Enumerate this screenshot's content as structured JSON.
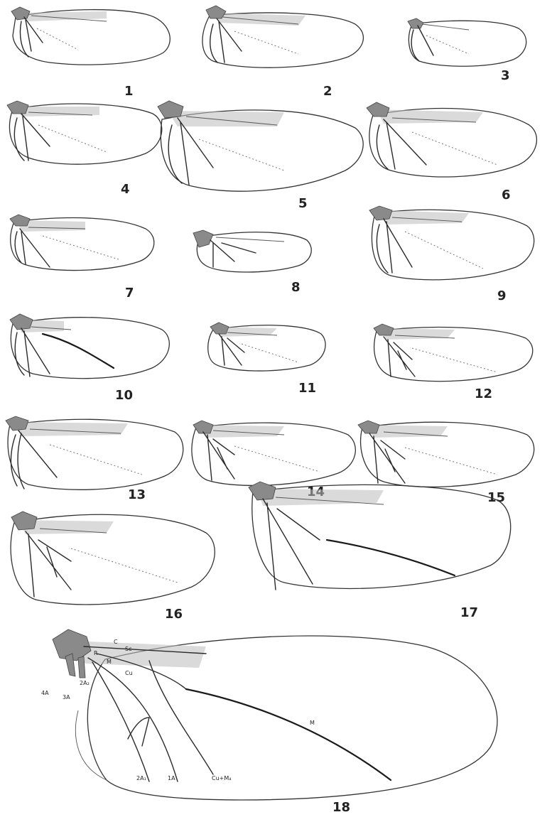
{
  "figures": [
    {
      "label": "1"
    },
    {
      "label": "2"
    },
    {
      "label": "3"
    },
    {
      "label": "4"
    },
    {
      "label": "5"
    },
    {
      "label": "6"
    },
    {
      "label": "7"
    },
    {
      "label": "8"
    },
    {
      "label": "9"
    },
    {
      "label": "10"
    },
    {
      "label": "11"
    },
    {
      "label": "12"
    },
    {
      "label": "13"
    },
    {
      "label": "14"
    },
    {
      "label": "15"
    },
    {
      "label": "16"
    },
    {
      "label": "17"
    },
    {
      "label": "18"
    }
  ],
  "vein_labels": {
    "c": "C",
    "sc": "Sc",
    "r": "R",
    "m_upper": "M",
    "cu": "Cu",
    "a2_2": "2A₂",
    "a4": "4A",
    "a3": "3A",
    "m_lower": "M",
    "a2_1": "2A₁",
    "a1": "1A",
    "cu_m4": "Cu+M₄"
  }
}
